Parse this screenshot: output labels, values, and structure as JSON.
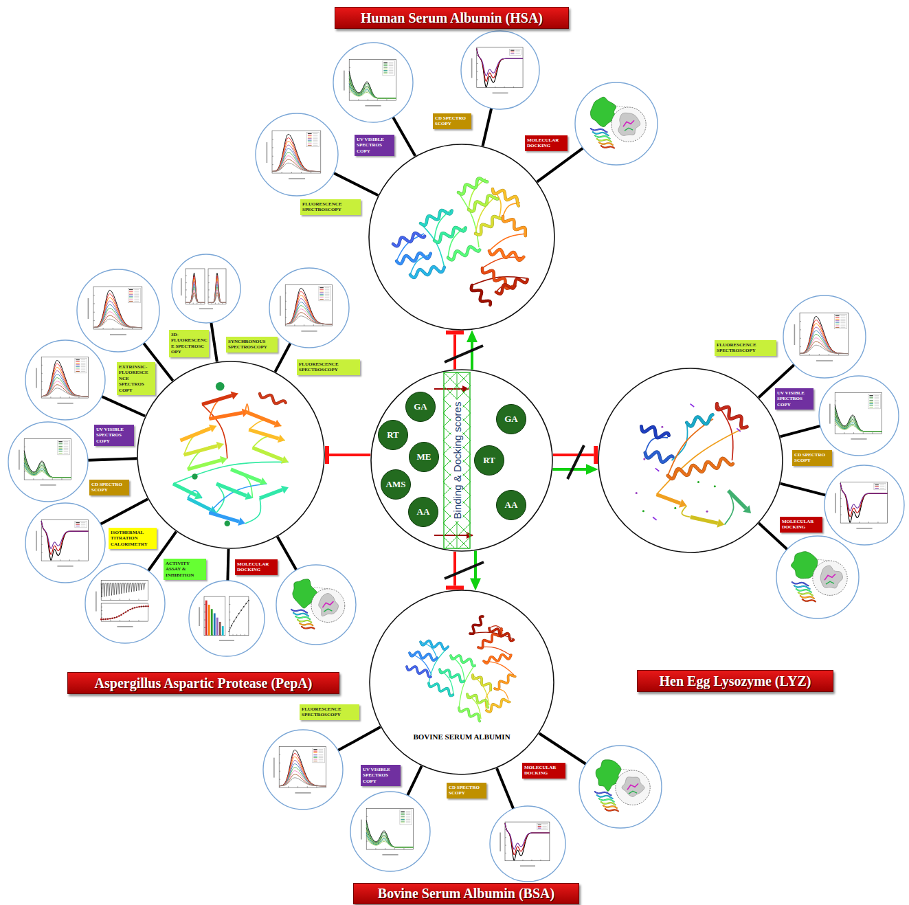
{
  "diagram": {
    "nodes": [
      {
        "text": [
          "Human Serum Albumin (HSA)"
        ]
      },
      {
        "text": []
      },
      {
        "text": [
          "FLUORESCENCE SPECTROSCOPY"
        ]
      },
      {
        "text": [
          "UV VISIBLE SPECTROS COPY"
        ]
      },
      {
        "text": [
          "CD SPECTRO SCOPY"
        ]
      },
      {
        "text": [
          "MOLECULAR DOCKING"
        ]
      },
      {
        "text": []
      },
      {
        "text": [
          "EXTRINSIC- FLUORESCE NCE SPECTROS COPY"
        ]
      },
      {
        "text": [
          "3D- FLUORESCENC E SPECTROSC OPY"
        ]
      },
      {
        "text": [
          "SYNCHRONOUS SPECTROSCOPY"
        ]
      },
      {
        "text": [
          "FLUORESCENCE SPECTROSCOPY"
        ]
      },
      {
        "text": [
          "UV VISIBLE SPECTROS COPY"
        ]
      },
      {
        "text": [
          "CD SPECTRO SCOPY"
        ]
      },
      {
        "text": [
          "ISOTHERMAL TITRATION CALORIMETRY"
        ]
      },
      {
        "text": [
          "ACTIVITY ASSAY & INHIBITION"
        ]
      },
      {
        "text": [
          "MOLECULAR DOCKING"
        ]
      },
      {
        "text": [
          "Aspergillus Aspartic Protease (PepA)"
        ]
      },
      {
        "text": []
      },
      {
        "text": [
          "Binding & Docking scores"
        ],
        "in": 17
      },
      {
        "text": [
          "GA"
        ],
        "in": 17
      },
      {
        "text": [
          "RT"
        ],
        "in": 17
      },
      {
        "text": [
          "ME"
        ],
        "in": 17
      },
      {
        "text": [
          "AMS"
        ],
        "in": 17
      },
      {
        "text": [
          "AA"
        ],
        "in": 17
      },
      {
        "text": [
          "GA"
        ],
        "in": 17
      },
      {
        "text": [
          "RT"
        ],
        "in": 17
      },
      {
        "text": [
          "AA"
        ],
        "in": 17
      },
      {
        "text": []
      },
      {
        "text": [
          "FLUORESCENCE SPECTROSCOPY"
        ]
      },
      {
        "text": [
          "UV VISIBLE SPECTROS COPY"
        ]
      },
      {
        "text": [
          "CD SPECTRO SCOPY"
        ]
      },
      {
        "text": [
          "MOLECULAR DOCKING"
        ]
      },
      {
        "text": [
          "Hen Egg Lysozyme (LYZ)"
        ]
      },
      {
        "text": [
          "BOVINE SERUM ALBUMIN"
        ]
      },
      {
        "text": [
          "FLUORESCENCE SPECTROSCOPY"
        ]
      },
      {
        "text": [
          "UV VISIBLE SPECTROS COPY"
        ]
      },
      {
        "text": [
          "CD SPECTRO SCOPY"
        ]
      },
      {
        "text": [
          "MOLECULAR DOCKING"
        ]
      },
      {
        "text": [
          "Bovine Serum Albumin (BSA)"
        ]
      }
    ],
    "edges": [
      {
        "from": 17,
        "to": 1,
        "arrow": "to"
      },
      {
        "from": 17,
        "to": 1,
        "arrow": "to"
      },
      {
        "from": 17,
        "to": 6,
        "arrow": "to"
      },
      {
        "from": 17,
        "to": 27,
        "arrow": "to"
      },
      {
        "from": 17,
        "to": 27,
        "arrow": "to"
      },
      {
        "from": 17,
        "to": 33,
        "arrow": "to"
      },
      {
        "from": 17,
        "to": 33,
        "arrow": "to"
      }
    ]
  }
}
